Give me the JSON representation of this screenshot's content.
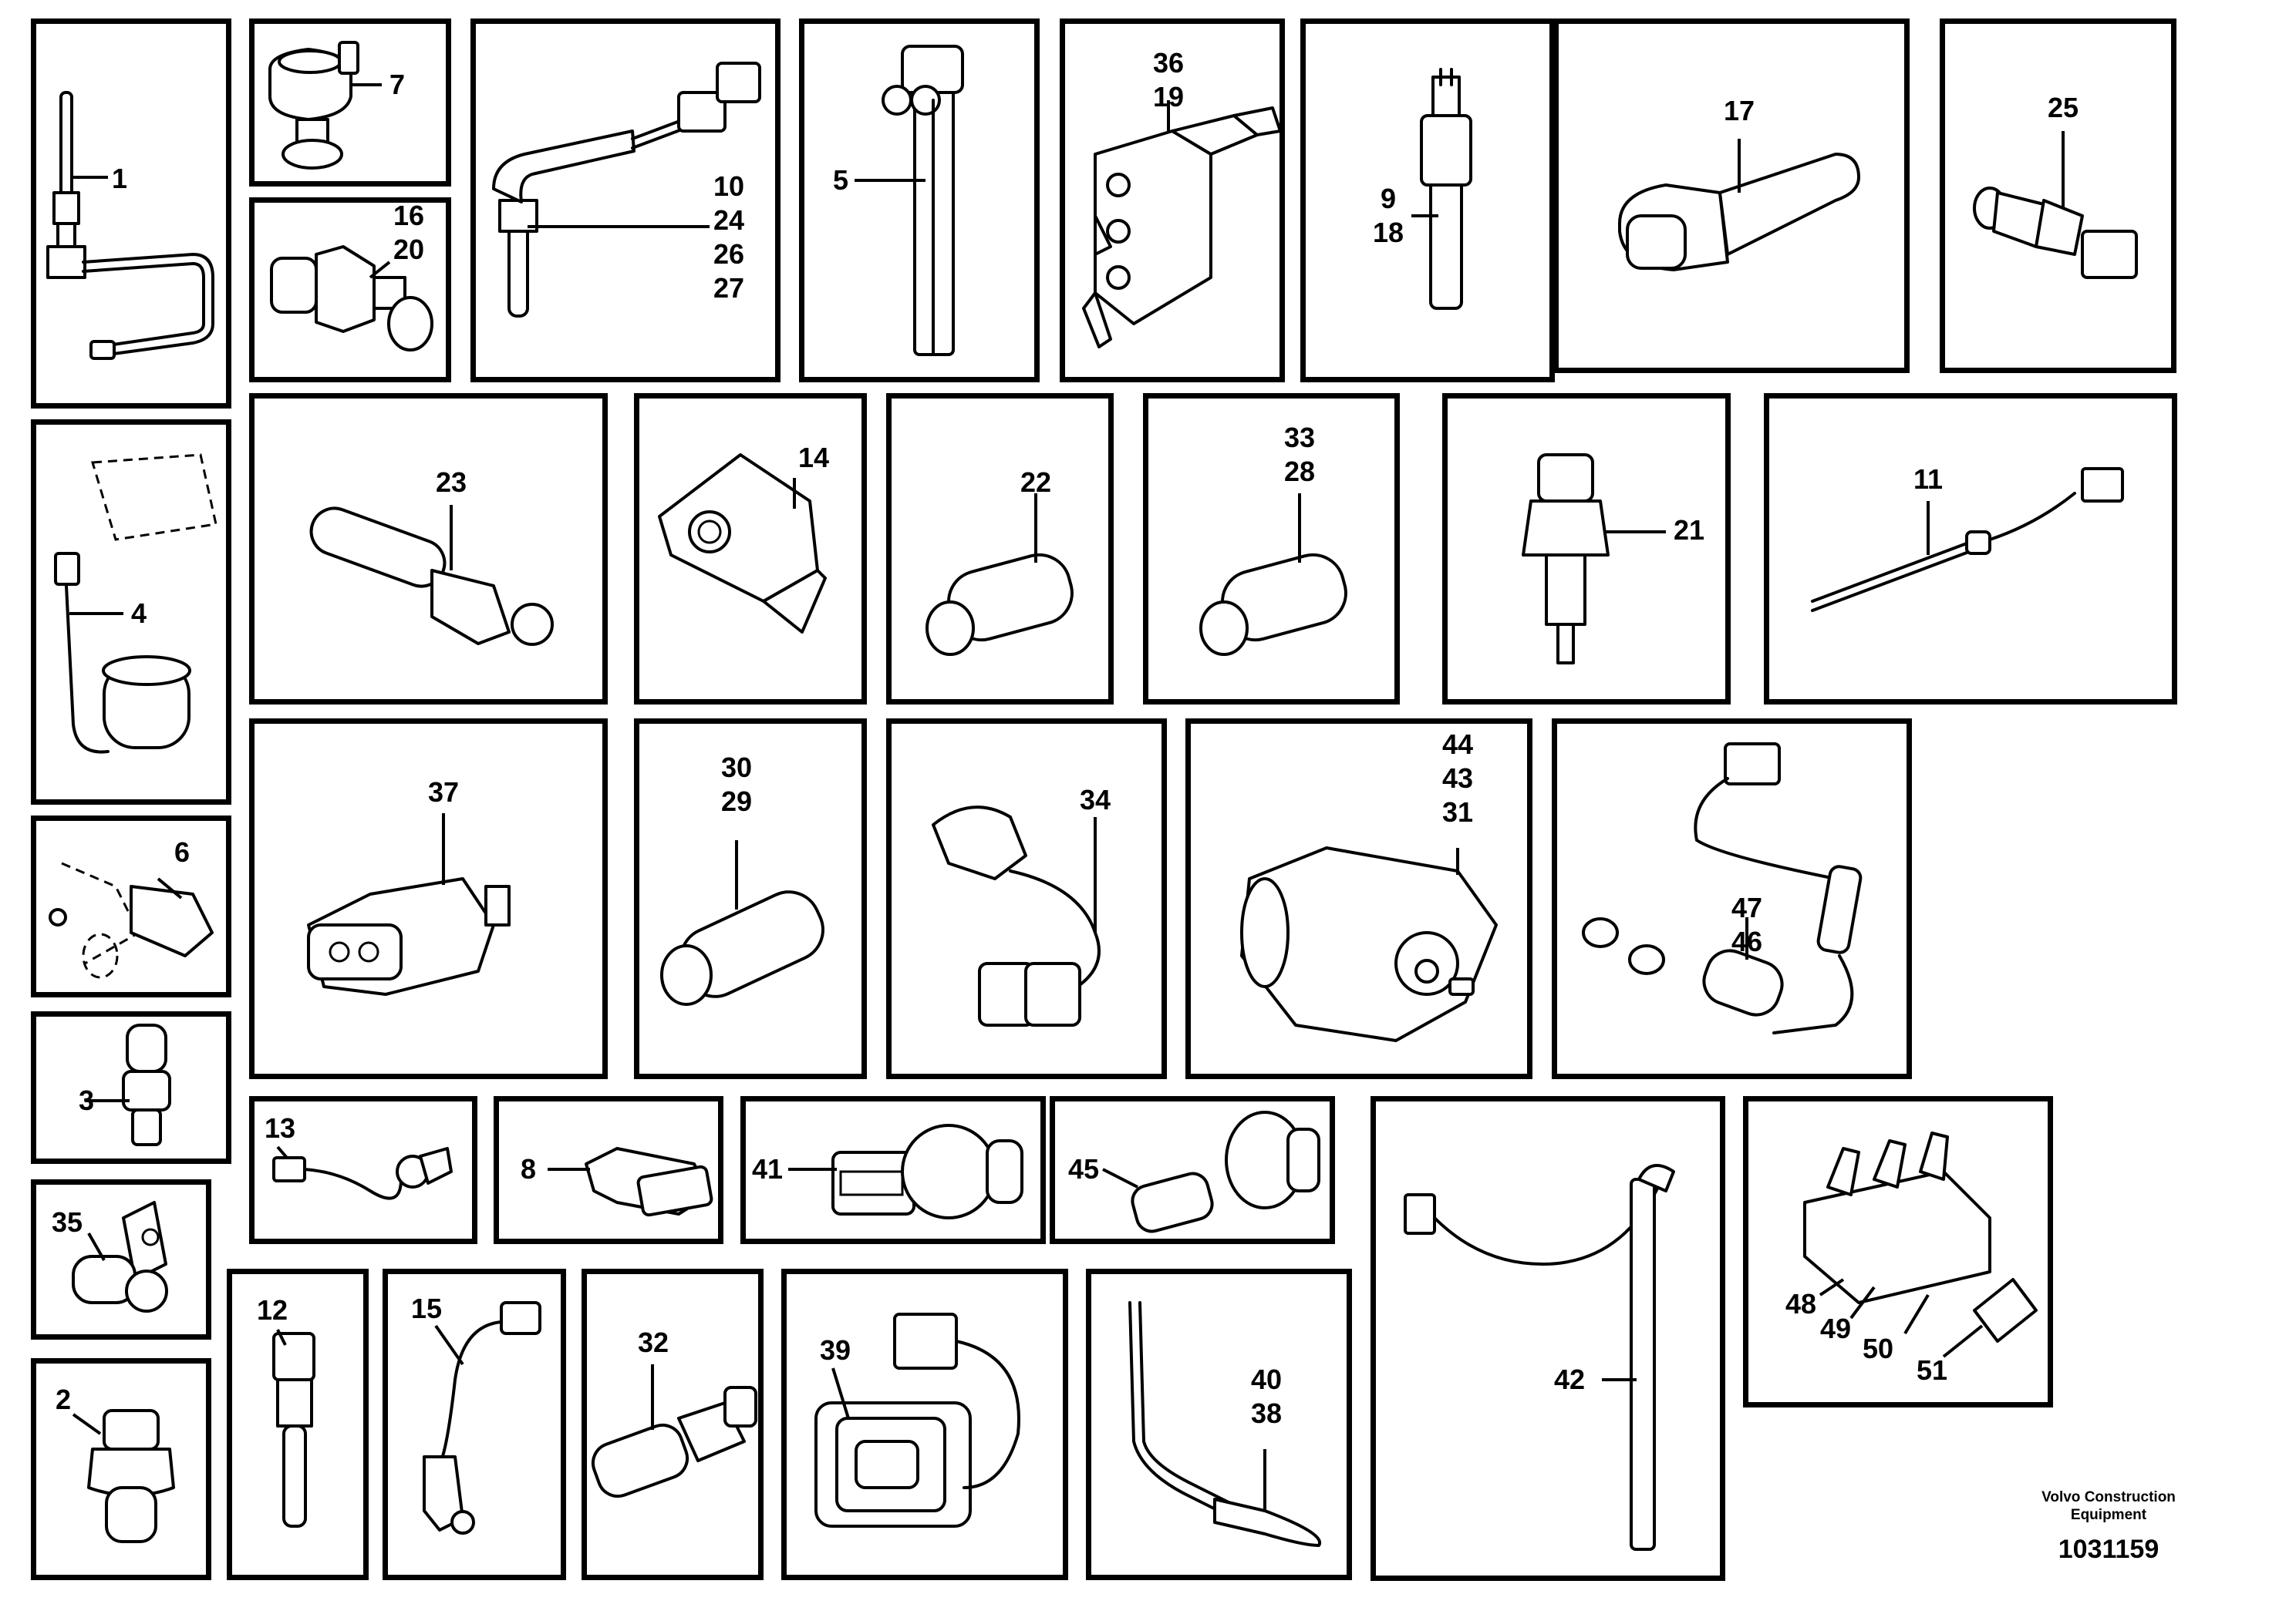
{
  "parts": [
    {
      "id": "p1",
      "numbers": [
        "1"
      ]
    },
    {
      "id": "p7",
      "numbers": [
        "7"
      ]
    },
    {
      "id": "p16",
      "numbers": [
        "16",
        "20"
      ]
    },
    {
      "id": "p10",
      "numbers": [
        "10",
        "24",
        "26",
        "27"
      ]
    },
    {
      "id": "p5",
      "numbers": [
        "5"
      ]
    },
    {
      "id": "p36",
      "numbers": [
        "36",
        "19"
      ]
    },
    {
      "id": "p9",
      "numbers": [
        "9",
        "18"
      ]
    },
    {
      "id": "p17",
      "numbers": [
        "17"
      ]
    },
    {
      "id": "p25",
      "numbers": [
        "25"
      ]
    },
    {
      "id": "p4",
      "numbers": [
        "4"
      ]
    },
    {
      "id": "p23",
      "numbers": [
        "23"
      ]
    },
    {
      "id": "p14",
      "numbers": [
        "14"
      ]
    },
    {
      "id": "p22",
      "numbers": [
        "22"
      ]
    },
    {
      "id": "p33",
      "numbers": [
        "33",
        "28"
      ]
    },
    {
      "id": "p21",
      "numbers": [
        "21"
      ]
    },
    {
      "id": "p11",
      "numbers": [
        "11"
      ]
    },
    {
      "id": "p6",
      "numbers": [
        "6"
      ]
    },
    {
      "id": "p37",
      "numbers": [
        "37"
      ]
    },
    {
      "id": "p30",
      "numbers": [
        "30",
        "29"
      ]
    },
    {
      "id": "p34",
      "numbers": [
        "34"
      ]
    },
    {
      "id": "p44",
      "numbers": [
        "44",
        "43",
        "31"
      ]
    },
    {
      "id": "p47",
      "numbers": [
        "47",
        "46"
      ]
    },
    {
      "id": "p3",
      "numbers": [
        "3"
      ]
    },
    {
      "id": "p13",
      "numbers": [
        "13"
      ]
    },
    {
      "id": "p8",
      "numbers": [
        "8"
      ]
    },
    {
      "id": "p41",
      "numbers": [
        "41"
      ]
    },
    {
      "id": "p45",
      "numbers": [
        "45"
      ]
    },
    {
      "id": "p42",
      "numbers": [
        "42"
      ]
    },
    {
      "id": "p48",
      "numbers": [
        "48",
        "49",
        "50",
        "51"
      ]
    },
    {
      "id": "p35",
      "numbers": [
        "35"
      ]
    },
    {
      "id": "p12",
      "numbers": [
        "12"
      ]
    },
    {
      "id": "p15",
      "numbers": [
        "15"
      ]
    },
    {
      "id": "p32",
      "numbers": [
        "32"
      ]
    },
    {
      "id": "p39",
      "numbers": [
        "39"
      ]
    },
    {
      "id": "p40",
      "numbers": [
        "40",
        "38"
      ]
    },
    {
      "id": "p2",
      "numbers": [
        "2"
      ]
    }
  ],
  "footer": {
    "brand_line1": "Volvo Construction",
    "brand_line2": "Equipment",
    "document_number": "1031159"
  }
}
